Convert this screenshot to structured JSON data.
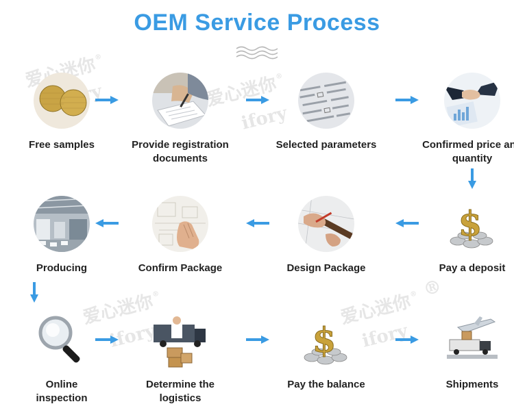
{
  "title": "OEM Service Process",
  "watermark": {
    "cn": "爱心迷你",
    "en": "ifory",
    "reg": "®"
  },
  "colors": {
    "title": "#3a9be3",
    "arrow": "#3a9be3",
    "label": "#222222"
  },
  "steps": [
    {
      "label": "Free samples",
      "icon": "gold-mesh-samples-icon"
    },
    {
      "label": "Provide registration documents",
      "icon": "signing-documents-icon"
    },
    {
      "label": "Selected parameters",
      "icon": "parameter-form-icon"
    },
    {
      "label": "Confirmed price and quantity",
      "icon": "handshake-icon"
    },
    {
      "label": "Pay a deposit",
      "icon": "dollar-sign-icon"
    },
    {
      "label": "Design Package",
      "icon": "drafting-hand-icon"
    },
    {
      "label": "Confirm Package",
      "icon": "blueprint-hand-icon"
    },
    {
      "label": "Producing",
      "icon": "factory-icon"
    },
    {
      "label": "Online inspection",
      "icon": "magnifying-glass-icon"
    },
    {
      "label": "Determine the logistics",
      "icon": "courier-truck-icon"
    },
    {
      "label": "Pay the balance",
      "icon": "dollar-sign-icon"
    },
    {
      "label": "Shipments",
      "icon": "freight-transport-icon"
    }
  ]
}
